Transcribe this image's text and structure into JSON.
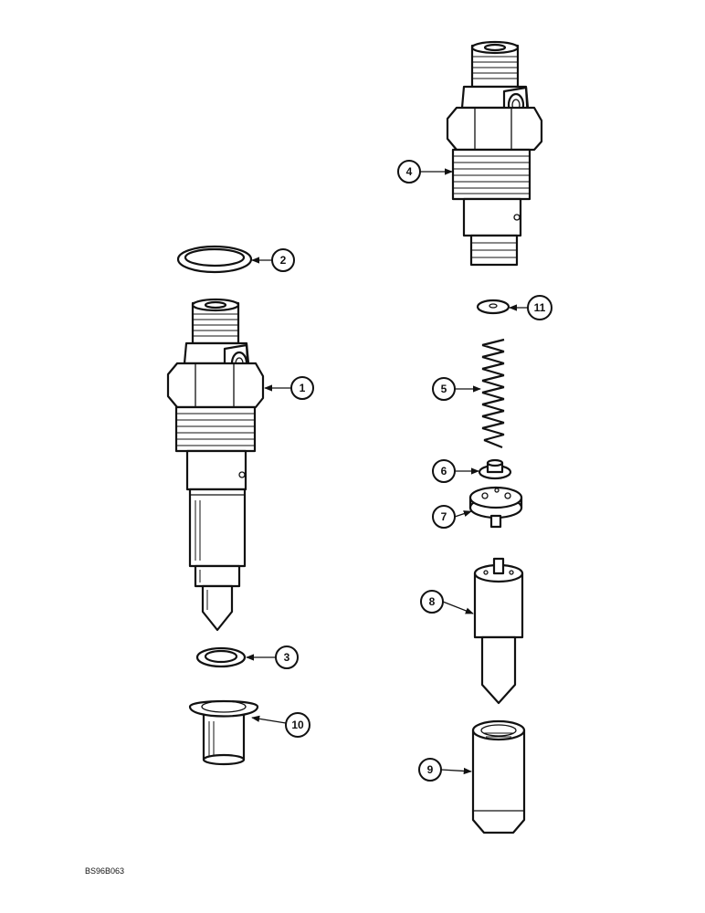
{
  "diagram": {
    "reference_code": "BS96B063",
    "callouts": [
      {
        "id": "1",
        "label": "1"
      },
      {
        "id": "2",
        "label": "2"
      },
      {
        "id": "3",
        "label": "3"
      },
      {
        "id": "4",
        "label": "4"
      },
      {
        "id": "5",
        "label": "5"
      },
      {
        "id": "6",
        "label": "6"
      },
      {
        "id": "7",
        "label": "7"
      },
      {
        "id": "8",
        "label": "8"
      },
      {
        "id": "9",
        "label": "9"
      },
      {
        "id": "10",
        "label": "10"
      },
      {
        "id": "11",
        "label": "11"
      }
    ]
  }
}
